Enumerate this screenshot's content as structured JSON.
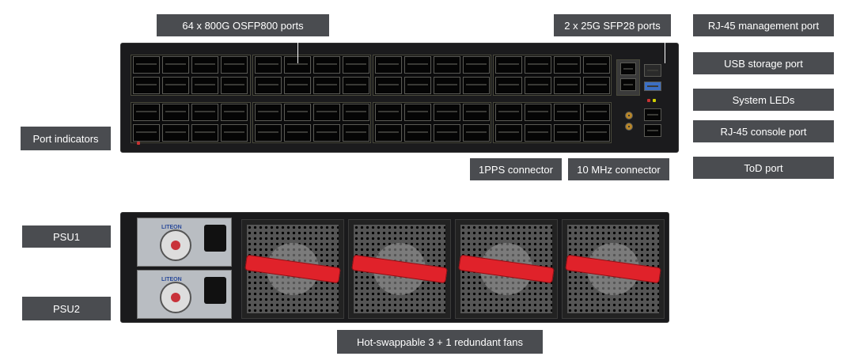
{
  "front_labels": {
    "osfp_ports": "64 x 800G OSFP800 ports",
    "sfp_ports": "2 x 25G SFP28 ports",
    "mgmt_port": "RJ-45 management port",
    "usb_port": "USB storage port",
    "system_leds": "System LEDs",
    "console_port": "RJ-45 console port",
    "tod_port": "ToD port",
    "pps_connector": "1PPS connector",
    "mhz_connector": "10 MHz connector",
    "port_indicators": "Port indicators"
  },
  "rear_labels": {
    "psu1": "PSU1",
    "psu2": "PSU2",
    "fans": "Hot-swappable 3 + 1 redundant fans"
  },
  "psu_brand": "LITEON",
  "colors": {
    "label_bg": "#4a4c50",
    "label_text": "#ffffff",
    "chassis": "#1b1b1d",
    "fan_strap": "#e0222a",
    "led": "#c83232"
  }
}
